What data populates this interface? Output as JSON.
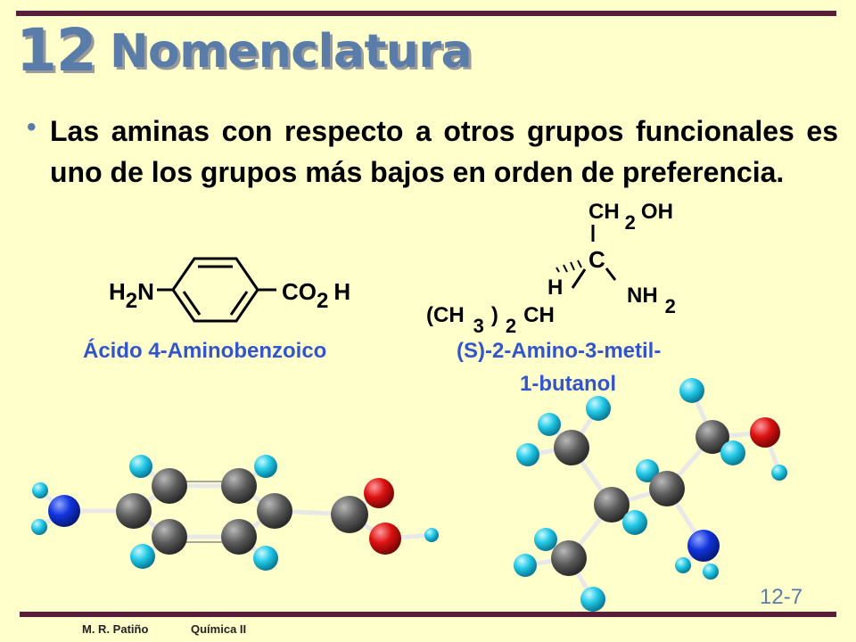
{
  "slide": {
    "chapter_number": "12",
    "title": "Nomenclatura",
    "bullet": "•",
    "body": "Las aminas con respecto a otros grupos funcionales es uno de los grupos más bajos en orden de preferencia.",
    "page_number": "12-7"
  },
  "footer": {
    "author": "M. R. Patiño",
    "course": "Química II"
  },
  "molecule_1": {
    "left_group": {
      "main": "H",
      "sub": "2",
      "tail": "N"
    },
    "right_group": {
      "main": "CO",
      "sub": "2",
      "tail": "H"
    },
    "name": "Ácido 4-Aminobenzoico"
  },
  "molecule_2": {
    "top_group": {
      "main": "CH",
      "sub": "2",
      "tail": "OH"
    },
    "center_atom": "C",
    "hydrogen": "H",
    "amine": {
      "main": "NH",
      "sub": "2"
    },
    "isopropyl": {
      "open": "(CH",
      "sub1": "3",
      "close": ")",
      "sub2": "2",
      "tail": "CH"
    },
    "name_line1": "(S)-2-Amino-3-metil-",
    "name_line2": "1-butanol"
  },
  "colors": {
    "background": "#FFFFCC",
    "rule": "#5A1E3C",
    "title": "#5A7CA8",
    "caption": "#3355CC",
    "carbon": "#555555",
    "hydrogen": "#22C8E6",
    "nitrogen": "#1133DD",
    "oxygen": "#DD1111"
  }
}
